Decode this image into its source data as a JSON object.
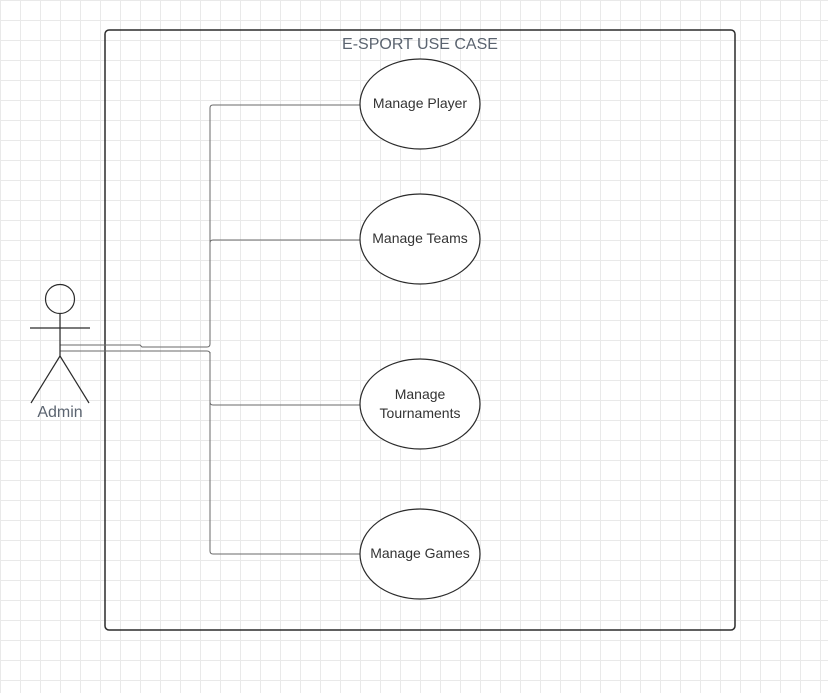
{
  "diagram": {
    "system_title": "E-SPORT USE CASE",
    "actor": {
      "name": "Admin"
    },
    "use_cases": [
      {
        "lines": [
          "Manage Player"
        ]
      },
      {
        "lines": [
          "Manage Teams"
        ]
      },
      {
        "lines": [
          "Manage",
          "Tournaments"
        ]
      },
      {
        "lines": [
          "Manage Games"
        ]
      }
    ],
    "colors": {
      "stroke": "#2b2b2b",
      "text": "#333333",
      "title": "#5b6470",
      "grid": "#e9e9e9"
    }
  }
}
